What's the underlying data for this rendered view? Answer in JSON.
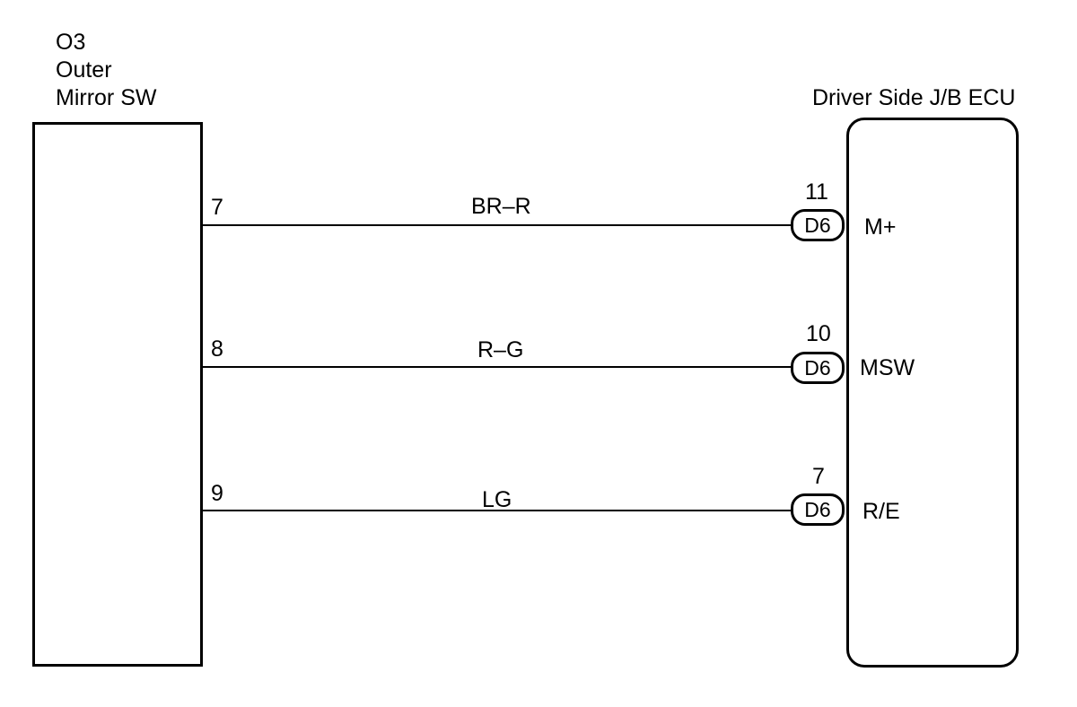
{
  "left_component": {
    "lines": [
      "O3",
      "Outer",
      "Mirror SW"
    ]
  },
  "right_component": {
    "title": "Driver Side J/B ECU"
  },
  "wires": [
    {
      "left_pin": "7",
      "color_code": "BR–R",
      "ecu_pin": "11",
      "connector": "D6",
      "terminal": "M+"
    },
    {
      "left_pin": "8",
      "color_code": "R–G",
      "ecu_pin": "10",
      "connector": "D6",
      "terminal": "MSW"
    },
    {
      "left_pin": "9",
      "color_code": "LG",
      "ecu_pin": "7",
      "connector": "D6",
      "terminal": "R/E"
    }
  ]
}
